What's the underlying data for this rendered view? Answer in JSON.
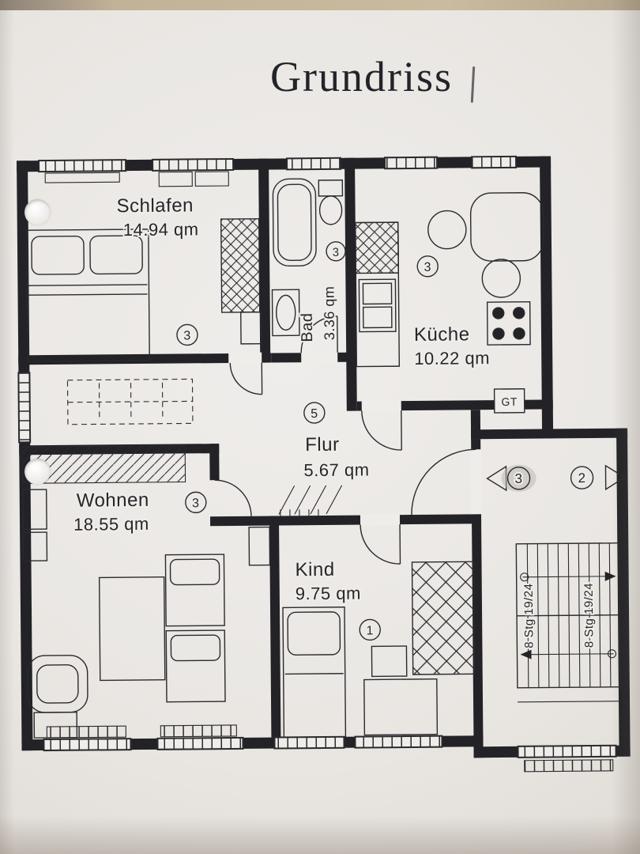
{
  "title": "Grundriss",
  "rooms": {
    "schlafen": {
      "name": "Schlafen",
      "area": "14.94 qm",
      "number": "3"
    },
    "bad": {
      "name": "Bad",
      "area": "3.36 qm",
      "number": "3"
    },
    "kueche": {
      "name": "Küche",
      "area": "10.22 qm",
      "number": "3"
    },
    "flur": {
      "name": "Flur",
      "area": "5.67 qm",
      "number": "5"
    },
    "wohnen": {
      "name": "Wohnen",
      "area": "18.55 qm",
      "number": "3"
    },
    "kind": {
      "name": "Kind",
      "area": "9.75 qm",
      "number": "1"
    }
  },
  "stairwell": {
    "door_number_left": "3",
    "door_number_right": "2",
    "stair_label_left": "8 Stg 19/24",
    "stair_label_right": "8 Stg 19/24"
  },
  "annotations": {
    "gt": "GT"
  }
}
